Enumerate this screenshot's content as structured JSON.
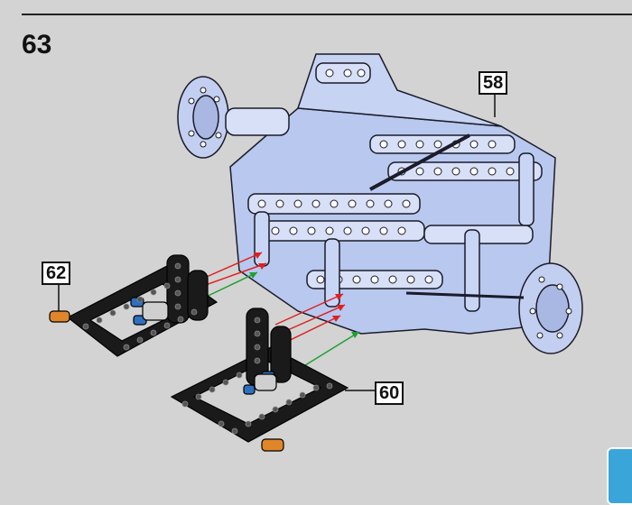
{
  "step_number": "63",
  "callouts": {
    "c58": "58",
    "c62": "62",
    "c60": "60"
  },
  "colors": {
    "background": "#d3d3d3",
    "model_parts": "#b8c8ee",
    "black_beams": "#1a1a1a",
    "pins_blue": "#2f6fc0",
    "pins_orange": "#e0862a",
    "arrow_red": "#e02020",
    "arrow_green": "#20a030",
    "corner_tab": "#3aa5d8"
  },
  "icons": [
    "assembled-model",
    "black-frame-left",
    "black-frame-right",
    "insertion-arrows"
  ]
}
